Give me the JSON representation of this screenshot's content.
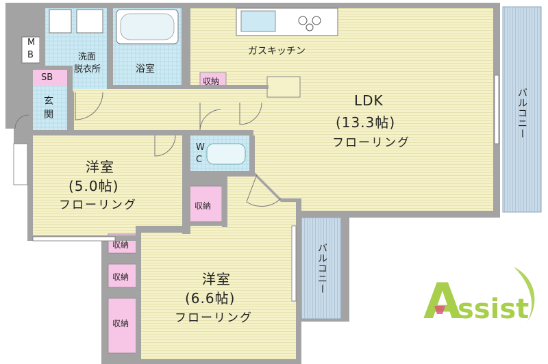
{
  "rooms": {
    "ldk": {
      "name": "LDK",
      "size": "(13.3帖)",
      "floor": "フローリング"
    },
    "western1": {
      "name": "洋室",
      "size": "(5.0帖)",
      "floor": "フローリング"
    },
    "western2": {
      "name": "洋室",
      "size": "(6.6帖)",
      "floor": "フローリング"
    },
    "kitchen": "ガスキッチン",
    "washroom_line1": "洗面",
    "washroom_line2": "脱衣所",
    "bath": "浴室",
    "entrance": "玄関",
    "sb": "SB",
    "mb_m": "M",
    "mb_b": "B",
    "wc_w": "W",
    "wc_c": "C"
  },
  "storage": {
    "top": "収納",
    "mid": "収納",
    "left1": "収納",
    "left2": "収納",
    "left3": "収納"
  },
  "balconies": {
    "right": "バルコニー",
    "lower": "バルコニー"
  },
  "logo": {
    "text": "Assist",
    "color_light": "#a8cf4c",
    "color_dark": "#6aa324",
    "accent": "#e0507a"
  },
  "colors": {
    "floor": "#f4f0c4",
    "floor_line": "#e4dfa6",
    "wet": "#cdeaf4",
    "storage": "#f7c6e6",
    "balcony": "#c9dbe8",
    "wall": "#9a9a9a"
  }
}
